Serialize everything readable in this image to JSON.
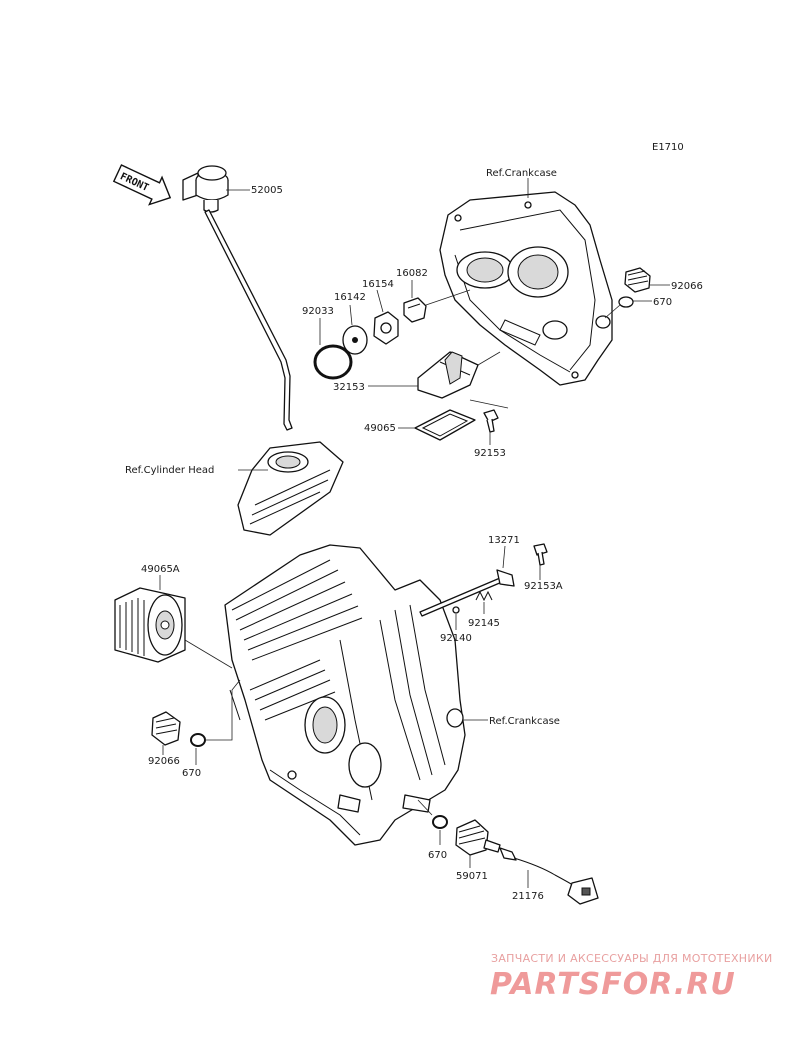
{
  "figure_code": "E1710",
  "front_label": "FRONT",
  "parts": {
    "p52005": "52005",
    "p92066_top": "92066",
    "p670_top": "670",
    "p16082": "16082",
    "p16154": "16154",
    "p16142": "16142",
    "p92033": "92033",
    "p32153": "32153",
    "p49065": "49065",
    "p92153": "92153",
    "p13271": "13271",
    "p92153A": "92153A",
    "p92145": "92145",
    "p92140": "92140",
    "p49065A": "49065A",
    "p92066_bottom": "92066",
    "p670_left": "670",
    "p670_bottom": "670",
    "p59071": "59071",
    "p21176": "21176"
  },
  "refs": {
    "crankcase_top": "Ref.Crankcase",
    "cylinder_head": "Ref.Cylinder Head",
    "crankcase_bottom": "Ref.Crankcase"
  },
  "watermark": {
    "tagline": "ЗАПЧАСТИ И АКСЕССУАРЫ ДЛЯ МОТОТЕХНИКИ",
    "brand": "PARTSFOR.RU"
  }
}
